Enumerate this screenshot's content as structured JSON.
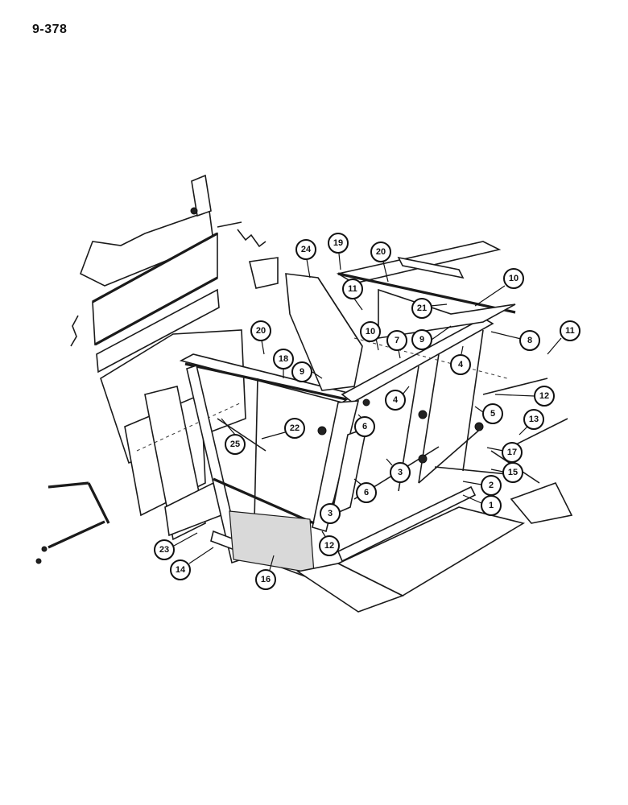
{
  "page_number": "9-378",
  "callouts": [
    {
      "id": "1",
      "label": "1"
    },
    {
      "id": "2",
      "label": "2"
    },
    {
      "id": "3a",
      "label": "3"
    },
    {
      "id": "3b",
      "label": "3"
    },
    {
      "id": "4a",
      "label": "4"
    },
    {
      "id": "4b",
      "label": "4"
    },
    {
      "id": "5",
      "label": "5"
    },
    {
      "id": "6a",
      "label": "6"
    },
    {
      "id": "6b",
      "label": "6"
    },
    {
      "id": "7",
      "label": "7"
    },
    {
      "id": "8",
      "label": "8"
    },
    {
      "id": "9a",
      "label": "9"
    },
    {
      "id": "9b",
      "label": "9"
    },
    {
      "id": "10a",
      "label": "10"
    },
    {
      "id": "10b",
      "label": "10"
    },
    {
      "id": "11a",
      "label": "11"
    },
    {
      "id": "11b",
      "label": "11"
    },
    {
      "id": "12a",
      "label": "12"
    },
    {
      "id": "12b",
      "label": "12"
    },
    {
      "id": "13",
      "label": "13"
    },
    {
      "id": "14",
      "label": "14"
    },
    {
      "id": "15",
      "label": "15"
    },
    {
      "id": "16",
      "label": "16"
    },
    {
      "id": "17",
      "label": "17"
    },
    {
      "id": "18",
      "label": "18"
    },
    {
      "id": "19",
      "label": "19"
    },
    {
      "id": "20a",
      "label": "20"
    },
    {
      "id": "20b",
      "label": "20"
    },
    {
      "id": "21",
      "label": "21"
    },
    {
      "id": "22",
      "label": "22"
    },
    {
      "id": "23",
      "label": "23"
    },
    {
      "id": "24",
      "label": "24"
    },
    {
      "id": "25",
      "label": "25"
    }
  ]
}
